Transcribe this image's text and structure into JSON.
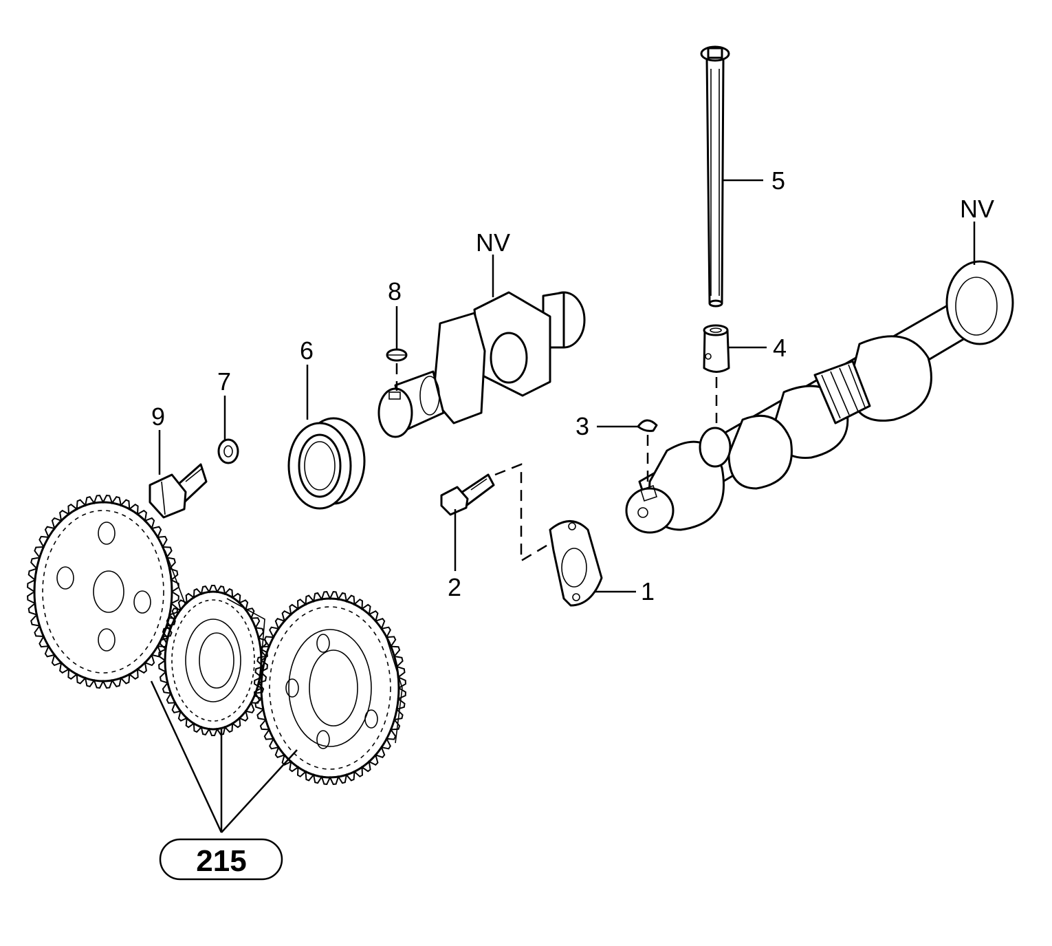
{
  "diagram": {
    "callouts": [
      {
        "id": "1",
        "text": "1"
      },
      {
        "id": "2",
        "text": "2"
      },
      {
        "id": "3",
        "text": "3"
      },
      {
        "id": "4",
        "text": "4"
      },
      {
        "id": "5",
        "text": "5"
      },
      {
        "id": "6",
        "text": "6"
      },
      {
        "id": "7",
        "text": "7"
      },
      {
        "id": "8",
        "text": "8"
      },
      {
        "id": "9",
        "text": "9"
      },
      {
        "id": "nv1",
        "text": "NV"
      },
      {
        "id": "nv2",
        "text": "NV"
      }
    ],
    "reference_box": {
      "text": "215"
    }
  }
}
